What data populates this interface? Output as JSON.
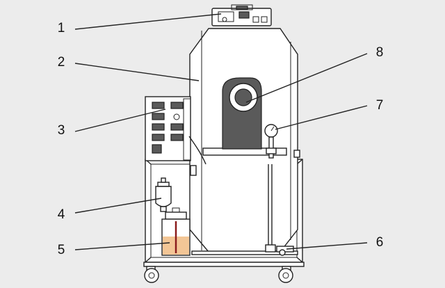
{
  "labels": [
    "1",
    "2",
    "3",
    "4",
    "5",
    "6",
    "7",
    "8"
  ],
  "colors": {
    "background": "#ececec",
    "line": "#222222",
    "dark_fill": "#5a5a5a",
    "liquid": "#f3c696"
  },
  "icons": [
    "control-display-unit",
    "cabinet",
    "control-panel",
    "water-separator",
    "tank",
    "drain-valve",
    "pressure-gauge",
    "port"
  ]
}
